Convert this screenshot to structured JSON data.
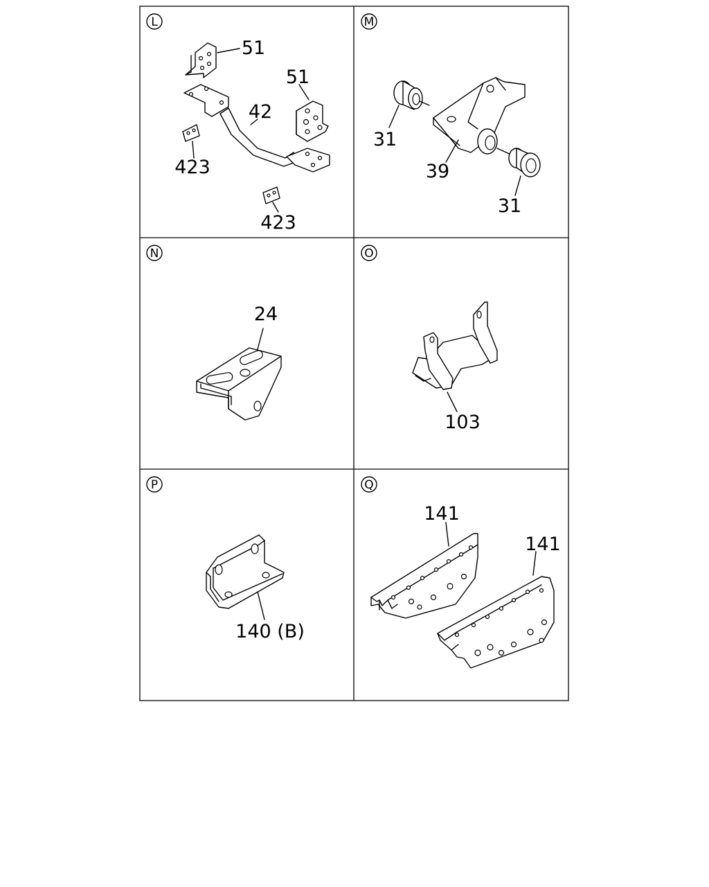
{
  "panels": [
    {
      "letter": "L",
      "callouts": [
        "51",
        "51",
        "42",
        "423",
        "423"
      ]
    },
    {
      "letter": "M",
      "callouts": [
        "31",
        "39",
        "31"
      ]
    },
    {
      "letter": "N",
      "callouts": [
        "24"
      ]
    },
    {
      "letter": "O",
      "callouts": [
        "103"
      ]
    },
    {
      "letter": "P",
      "callouts": [
        "140 (B)"
      ]
    },
    {
      "letter": "Q",
      "callouts": [
        "141",
        "141"
      ]
    }
  ]
}
